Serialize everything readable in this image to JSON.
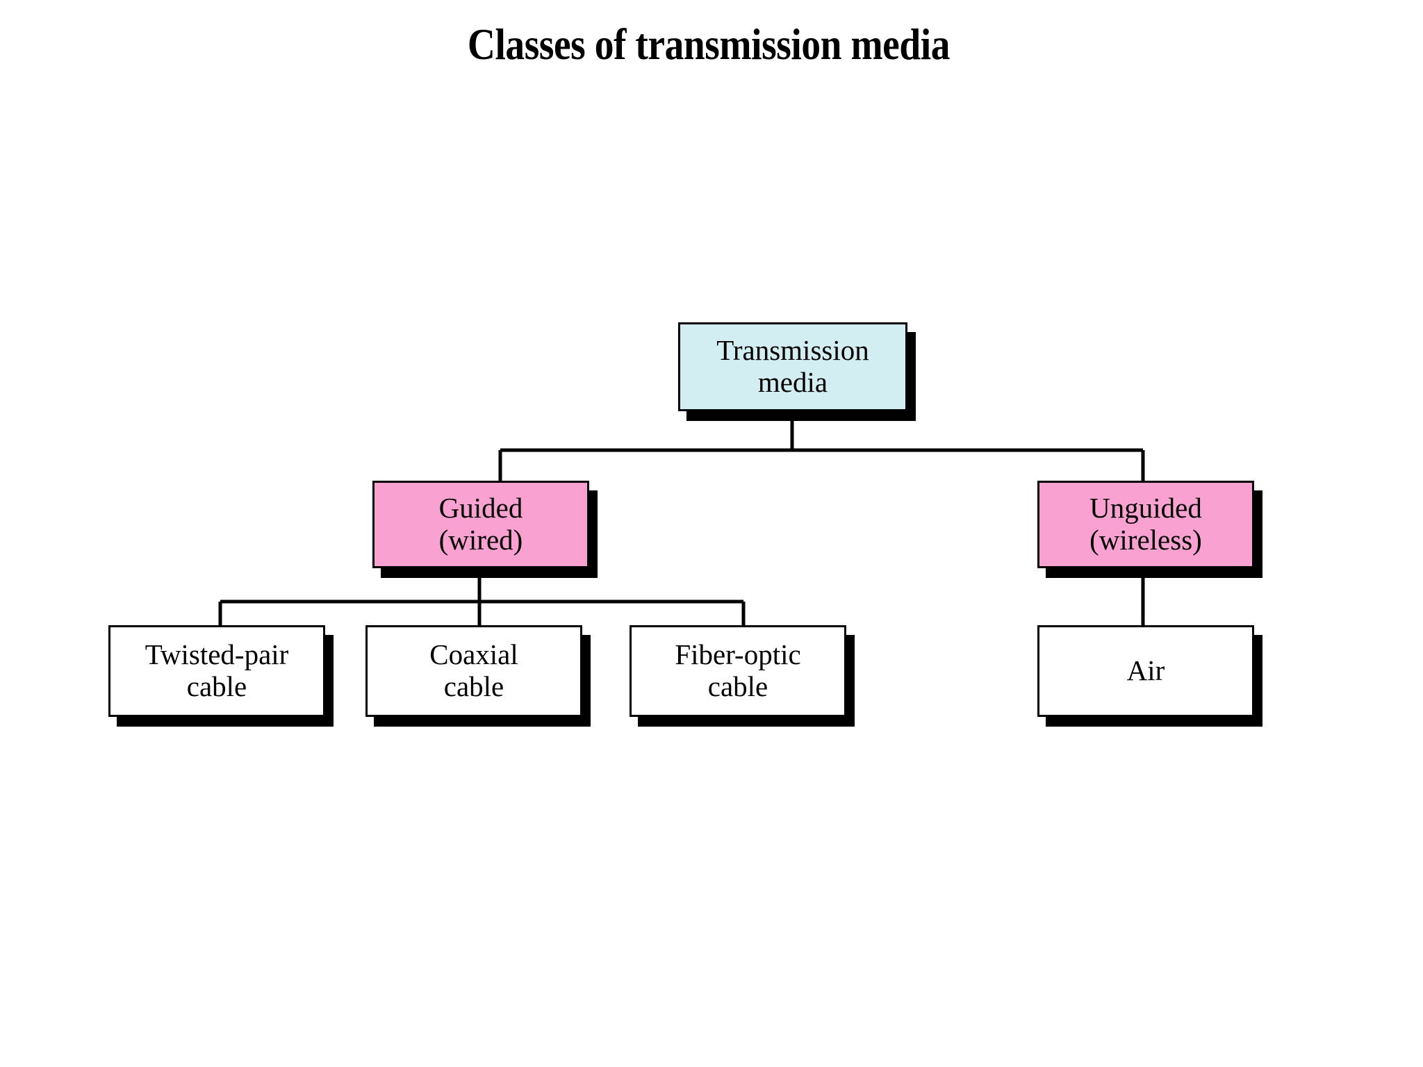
{
  "slide": {
    "title": "Classes of transmission media",
    "background_color": "#ffffff"
  },
  "diagram": {
    "type": "hierarchy-tree",
    "orientation": "top-down",
    "colors": {
      "root_fill": "#d3eef2",
      "category_fill": "#f9a1d1",
      "leaf_fill": "#ffffff",
      "border": "#000000",
      "shadow": "#000000",
      "connector": "#000000"
    },
    "nodes": {
      "root": {
        "label": "Transmission\nmedia",
        "line1": "Transmission",
        "line2": "media",
        "fill": "#d3eef2",
        "level": 0
      },
      "guided": {
        "label": "Guided\n(wired)",
        "line1": "Guided",
        "line2": "(wired)",
        "fill": "#f9a1d1",
        "level": 1
      },
      "unguided": {
        "label": "Unguided\n(wireless)",
        "line1": "Unguided",
        "line2": "(wireless)",
        "fill": "#f9a1d1",
        "level": 1
      },
      "twisted_pair": {
        "label": "Twisted-pair\ncable",
        "line1": "Twisted-pair",
        "line2": "cable",
        "fill": "#ffffff",
        "level": 2
      },
      "coaxial": {
        "label": "Coaxial\ncable",
        "line1": "Coaxial",
        "line2": "cable",
        "fill": "#ffffff",
        "level": 2
      },
      "fiber_optic": {
        "label": "Fiber-optic\ncable",
        "line1": "Fiber-optic",
        "line2": "cable",
        "fill": "#ffffff",
        "level": 2
      },
      "air": {
        "label": "Air",
        "line1": "Air",
        "line2": "",
        "fill": "#ffffff",
        "level": 2
      }
    },
    "edges": [
      {
        "from": "root",
        "to": "guided"
      },
      {
        "from": "root",
        "to": "unguided"
      },
      {
        "from": "guided",
        "to": "twisted_pair"
      },
      {
        "from": "guided",
        "to": "coaxial"
      },
      {
        "from": "guided",
        "to": "fiber_optic"
      },
      {
        "from": "unguided",
        "to": "air"
      }
    ]
  }
}
